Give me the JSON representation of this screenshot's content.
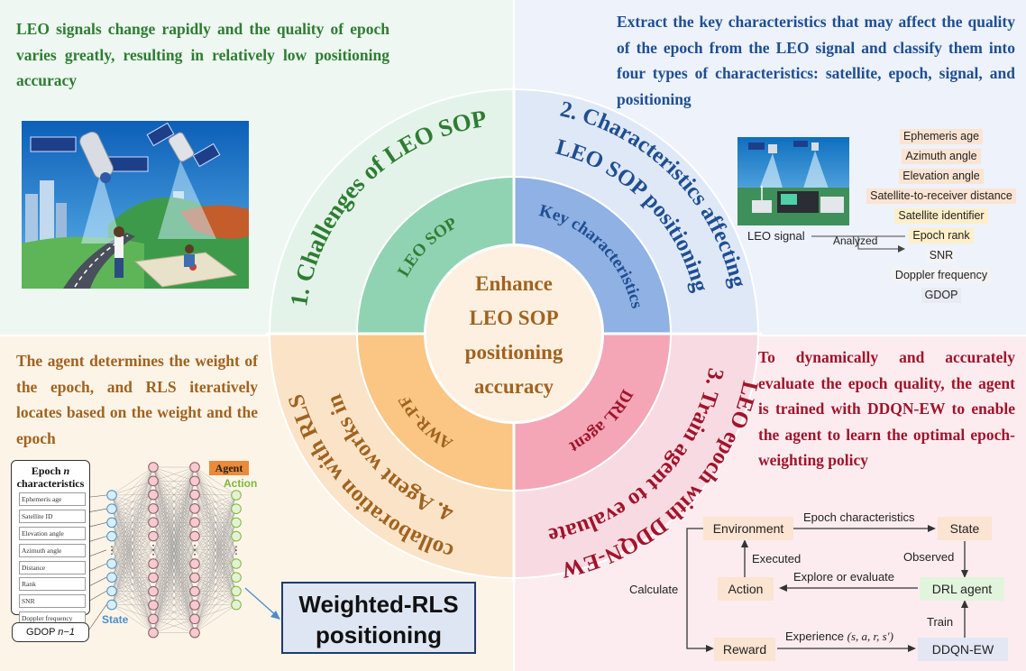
{
  "quadrants": {
    "top_left": "LEO signals change rapidly and the quality of epoch varies greatly, resulting in relatively low positioning accuracy",
    "top_right": "Extract the key characteristics that may affect the quality of the epoch from the LEO signal and classify them into four types of characteristics: satellite, epoch, signal, and positioning",
    "bottom_left": "The agent determines the weight of the epoch, and RLS iteratively locates based on the weight and the epoch",
    "bottom_right": "To dynamically and accurately evaluate the epoch quality, the agent is trained with DDQN-EW to enable the agent to learn the optimal epoch-weighting policy"
  },
  "center": {
    "line1": "Enhance",
    "line2": "LEO SOP",
    "line3": "positioning",
    "line4": "accuracy"
  },
  "inner_ring": {
    "tl": "LEO SOP",
    "tr": "Key characteristics",
    "br": "DRL agent",
    "bl": "AWR-PF"
  },
  "outer_ring": {
    "tl": "1. Challenges of LEO SOP",
    "tr_1": "2. Characteristics affecting",
    "tr_2": "LEO SOP positioning",
    "br_1": "3. Train agent to evaluate",
    "br_2": "LEO epoch with DDQN-EW",
    "bl_1": "4. Agent works in",
    "bl_2": "collaboration with RLS"
  },
  "characteristics": {
    "signal_label": "LEO signal",
    "analyzed_label": "Analyzed",
    "items": [
      "Ephemeris age",
      "Azimuth angle",
      "Elevation angle",
      "Satellite-to-receiver distance",
      "Satellite identifier",
      "Epoch rank",
      "SNR",
      "Doppler frequency",
      "GDOP"
    ],
    "colors": [
      "#fbe4d2",
      "#fbe4d2",
      "#fbe4d2",
      "#fbe4d2",
      "#fdefc9",
      "#fdefc9",
      "#f3f3f3",
      "#f3f3f3",
      "#e8ebf2"
    ]
  },
  "network": {
    "title_1": "Epoch",
    "title_n": "n",
    "title_2": "characteristics",
    "inputs": [
      "Ephemeris age",
      "Satellite ID",
      "Elevation angle",
      "Azimuth angle",
      "Distance",
      "Rank",
      "SNR",
      "Doppler frequency"
    ],
    "gdop_prefix": "GDOP",
    "gdop_suffix": "n−1",
    "state_label": "State",
    "agent_label": "Agent",
    "action_label": "Action",
    "output_1": "Weighted-RLS",
    "output_2": "positioning"
  },
  "drl_loop": {
    "environment": "Environment",
    "state": "State",
    "action": "Action",
    "drl_agent": "DRL agent",
    "reward": "Reward",
    "ddqn": "DDQN-EW",
    "epoch_char": "Epoch characteristics",
    "observed": "Observed",
    "executed": "Executed",
    "explore": "Explore or evaluate",
    "calculate": "Calculate",
    "train": "Train",
    "experience": "Experience",
    "experience_tuple": "(s, a, r, s′)"
  },
  "colors": {
    "tl_bg": "#eef7f1",
    "tr_bg": "#edf2fb",
    "bl_bg": "#fdf4e8",
    "br_bg": "#fcecf0",
    "green_text": "#2e7d32",
    "blue_text": "#1f4e92",
    "orange_text": "#a0631f",
    "red_text": "#a0142b"
  }
}
